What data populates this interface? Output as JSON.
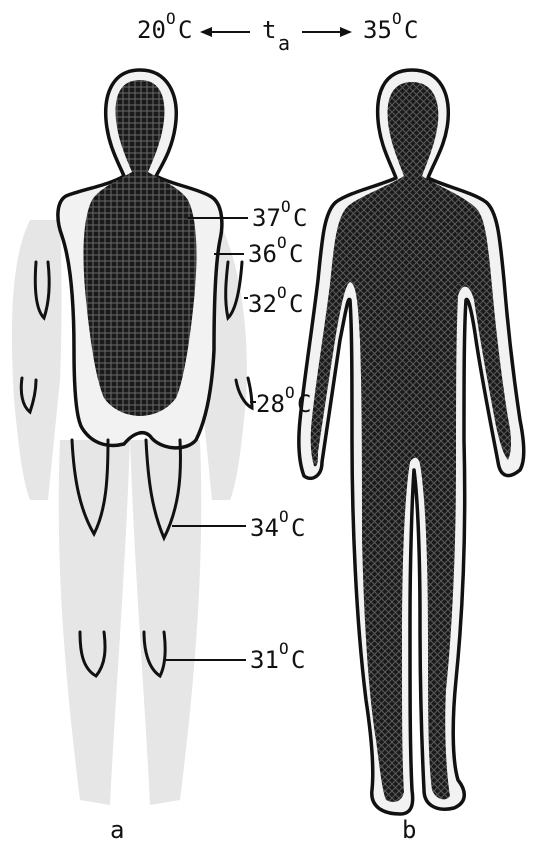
{
  "header": {
    "left_temp": "20",
    "left_unit": "C",
    "variable_main": "t",
    "variable_sub": "a",
    "right_temp": "35",
    "right_unit": "C",
    "degree_symbol": "O"
  },
  "isotherms": {
    "t37": {
      "value": "37",
      "unit": "C"
    },
    "t36": {
      "value": "36",
      "unit": "C"
    },
    "t32": {
      "value": "32",
      "unit": "C"
    },
    "t28": {
      "value": "28",
      "unit": "C"
    },
    "t34": {
      "value": "34",
      "unit": "C"
    },
    "t31": {
      "value": "31",
      "unit": "C"
    }
  },
  "panels": {
    "left": "a",
    "right": "b"
  },
  "colors": {
    "ink": "#111111",
    "core_dark": "#1a1a1a",
    "shell_light": "#f2f2f2",
    "faint_limb": "#e6e6e6"
  }
}
